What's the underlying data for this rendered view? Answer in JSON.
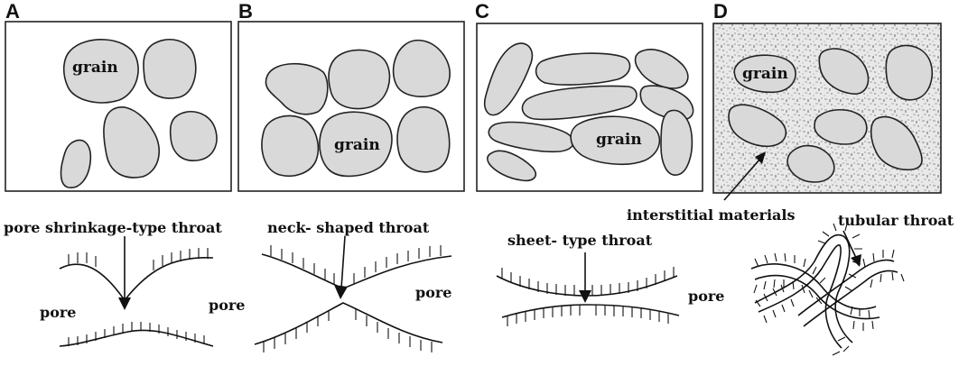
{
  "panels": [
    {
      "letter": "A",
      "grain_label": "grain",
      "throat_label": "pore shrinkage-type throat",
      "pore_labels": [
        "pore",
        "pore"
      ]
    },
    {
      "letter": "B",
      "grain_label": "grain",
      "throat_label": "neck- shaped throat",
      "pore_labels": [
        "pore"
      ]
    },
    {
      "letter": "C",
      "grain_label": "grain",
      "throat_label": "sheet- type throat",
      "pore_labels": [
        "pore"
      ]
    },
    {
      "letter": "D",
      "grain_label": "grain",
      "throat_label": "tubular throat",
      "matrix_label": "interstitial materials"
    }
  ],
  "colors": {
    "grain_fill": "#d9d9d9",
    "outline": "#222222",
    "matrix_light": "#efefef",
    "matrix_dark": "#a8a8a8"
  }
}
